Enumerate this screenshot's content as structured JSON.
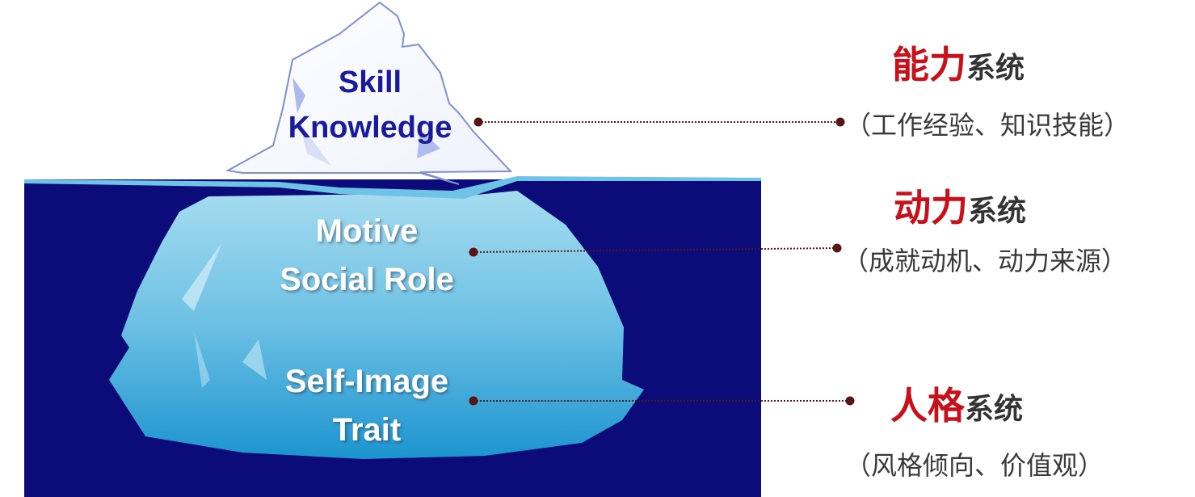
{
  "iceberg": {
    "tip_lines": [
      "Skill",
      "Knowledge"
    ],
    "middle_lines": [
      "Motive",
      "Social Role"
    ],
    "bottom_lines": [
      "Self-Image",
      "Trait"
    ]
  },
  "systems": [
    {
      "highlight": "能力",
      "rest": "系统",
      "desc": "（工作经验、知识技能）"
    },
    {
      "highlight": "动力",
      "rest": "系统",
      "desc": "（成就动机、动力来源）"
    },
    {
      "highlight": "人格",
      "rest": "系统",
      "desc": "（风格倾向、价值观）"
    }
  ],
  "colors": {
    "water": "#0c0b7a",
    "highlight": "#c8101a",
    "connector": "#5a1414"
  }
}
